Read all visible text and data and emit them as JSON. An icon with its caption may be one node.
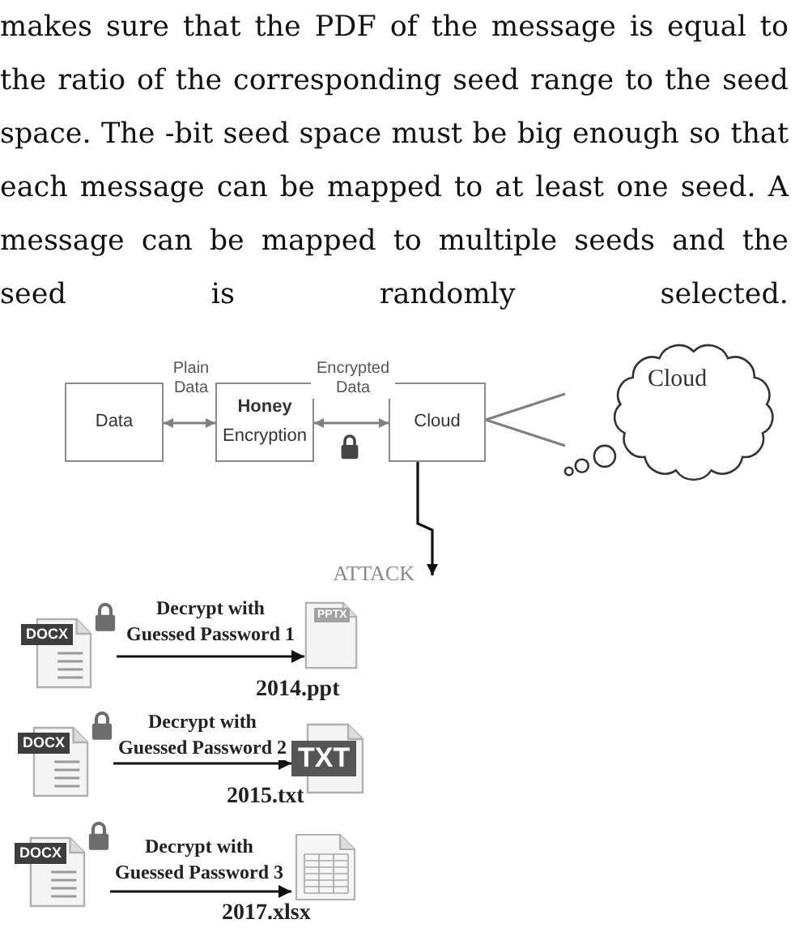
{
  "diagram": {
    "nodes": [
      {
        "text": [
          "Data"
        ]
      },
      {
        "text": [
          "**Honey** Encryption"
        ]
      },
      {
        "text": [
          "Cloud"
        ]
      },
      {
        "text": [
          "Cloud"
        ]
      },
      {
        "text": [
          "DOCX"
        ]
      },
      {
        "text": [
          "PPTX"
        ],
        "beside": [
          "2014.ppt"
        ]
      },
      {
        "text": [
          "DOCX"
        ]
      },
      {
        "text": [
          "TXT"
        ],
        "beside": [
          "2015.txt"
        ]
      },
      {
        "text": [
          "DOCX"
        ]
      },
      {
        "text": [],
        "shape": "picture",
        "beside": [
          "2017.xlsx"
        ]
      }
    ],
    "edges": [
      {
        "from": 0,
        "to": 1,
        "arrow": "both",
        "label": "Plain Data",
        "color": "#808080"
      },
      {
        "from": 1,
        "to": 2,
        "arrow": "both",
        "label": "Encrypted Data",
        "color": "#808080"
      },
      {
        "from": 2,
        "to": 3,
        "arrow": "none",
        "color": "#808080"
      },
      {
        "from": 2,
        "to": null,
        "arrow": "to",
        "label": "ATTACK"
      },
      {
        "from": 4,
        "to": 5,
        "arrow": "to",
        "label": "Decrypt with Guessed Password 1"
      },
      {
        "from": 6,
        "to": 7,
        "arrow": "to",
        "label": "Decrypt with Guessed Password 2"
      },
      {
        "from": 8,
        "to": 9,
        "arrow": "to",
        "label": "Decrypt with Guessed Password 3"
      }
    ],
    "labels": [
      "makes sure that the PDF of the message is equal to the ratio of the corresponding seed range to the seed space. The -bit seed space must be big enough so that each message can be mapped to at least one seed. A message can be mapped to multiple seeds and the seed is randomly selected."
    ]
  }
}
